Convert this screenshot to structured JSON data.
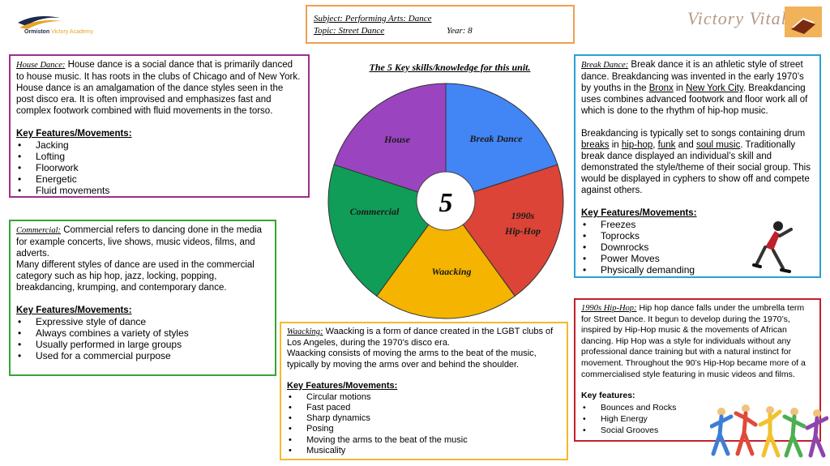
{
  "header": {
    "logo_text_1": "Ormiston",
    "logo_text_2": "Victory Academy",
    "subject": "Subject:  Performing Arts:  Dance",
    "topic": "Topic: Street Dance",
    "year": "Year: 8",
    "brand": "Victory Vital 5"
  },
  "wheel": {
    "title": "The 5 Key skills/knowledge for this unit.",
    "center": "5",
    "segments": [
      {
        "label": "Break Dance",
        "color": "#4285f4"
      },
      {
        "label": "1990s Hip-Hop",
        "color": "#db4437"
      },
      {
        "label": "Waacking",
        "color": "#f4b400"
      },
      {
        "label": "Commercial",
        "color": "#0f9d58"
      },
      {
        "label": "House",
        "color": "#9b44c0"
      }
    ]
  },
  "house": {
    "title": "House Dance:",
    "text": "House dance is a social dance that is primarily danced to house music. It has roots in the clubs of Chicago and of New York. House dance is an amalgamation of the dance styles seen in the post disco era. It is often improvised and emphasizes fast and complex footwork combined with fluid movements in the torso.",
    "kf": "Key Features/Movements:",
    "items": [
      "Jacking",
      "Lofting",
      "Floorwork",
      "Energetic",
      "Fluid movements"
    ]
  },
  "commercial": {
    "title": "Commercial:",
    "text1": "Commercial refers to dancing done in the media for example concerts, live shows, music videos, films, and adverts.",
    "text2": "Many different styles of dance are used in the commercial category such as hip hop, jazz, locking, popping, breakdancing, krumping, and contemporary dance.",
    "kf": "Key Features/Movements:",
    "items": [
      "Expressive style of dance",
      "Always combines a variety of styles",
      "Usually performed in large groups",
      "Used for a commercial purpose"
    ]
  },
  "waacking": {
    "title": "Waacking:",
    "text1": "Waacking is a form of dance created in the LGBT clubs of Los Angeles, during the 1970’s disco era.",
    "text2": "Waacking consists of moving the arms to the beat of the music, typically by moving the arms over and behind the shoulder.",
    "kf": "Key Features/Movements:",
    "items": [
      "Circular motions",
      "Fast paced",
      "Sharp dynamics",
      "Posing",
      "Moving the arms to the beat of the music",
      "Musicality"
    ]
  },
  "breakdance": {
    "title": "Break Dance:",
    "t1": "Break dance it is an athletic style of street dance. Breakdancing was invented in the early 1970’s by youths in the",
    "bronx": "Bronx",
    "in": "in",
    "nyc": "New York City",
    "t2": ". Breakdancing uses combines advanced footwork and floor work all of which is done to the rhythm of hip-hop music.",
    "t3": "Breakdancing is typically set to songs containing drum",
    "breaks": "breaks",
    "t4": "in",
    "hiphop": "hip-hop",
    "comma": ",",
    "funk": "funk",
    "and": "and",
    "soul": "soul music",
    "t5": ". Traditionally break dance displayed an individual’s skill and demonstrated the style/theme of their social group. This would be displayed in cyphers to show off and compete against others.",
    "kf": "Key Features/Movements:",
    "items": [
      "Freezes",
      "Toprocks",
      "Downrocks",
      "Power Moves",
      "Physically demanding"
    ]
  },
  "hiphop": {
    "title": "1990s Hip-Hop:",
    "text": "Hip hop dance falls under the umbrella term for Street Dance. It begun to develop during the 1970’s, inspired by Hip-Hop music & the movements of African dancing. Hip Hop was a style for individuals without any professional dance training but with a natural instinct for movement. Throughout the 90’s Hip-Hop became more of a commercialised style featuring in music videos and films.",
    "kf": "Key features:",
    "items": [
      "Bounces and Rocks",
      "High Energy",
      "Social Grooves"
    ]
  }
}
